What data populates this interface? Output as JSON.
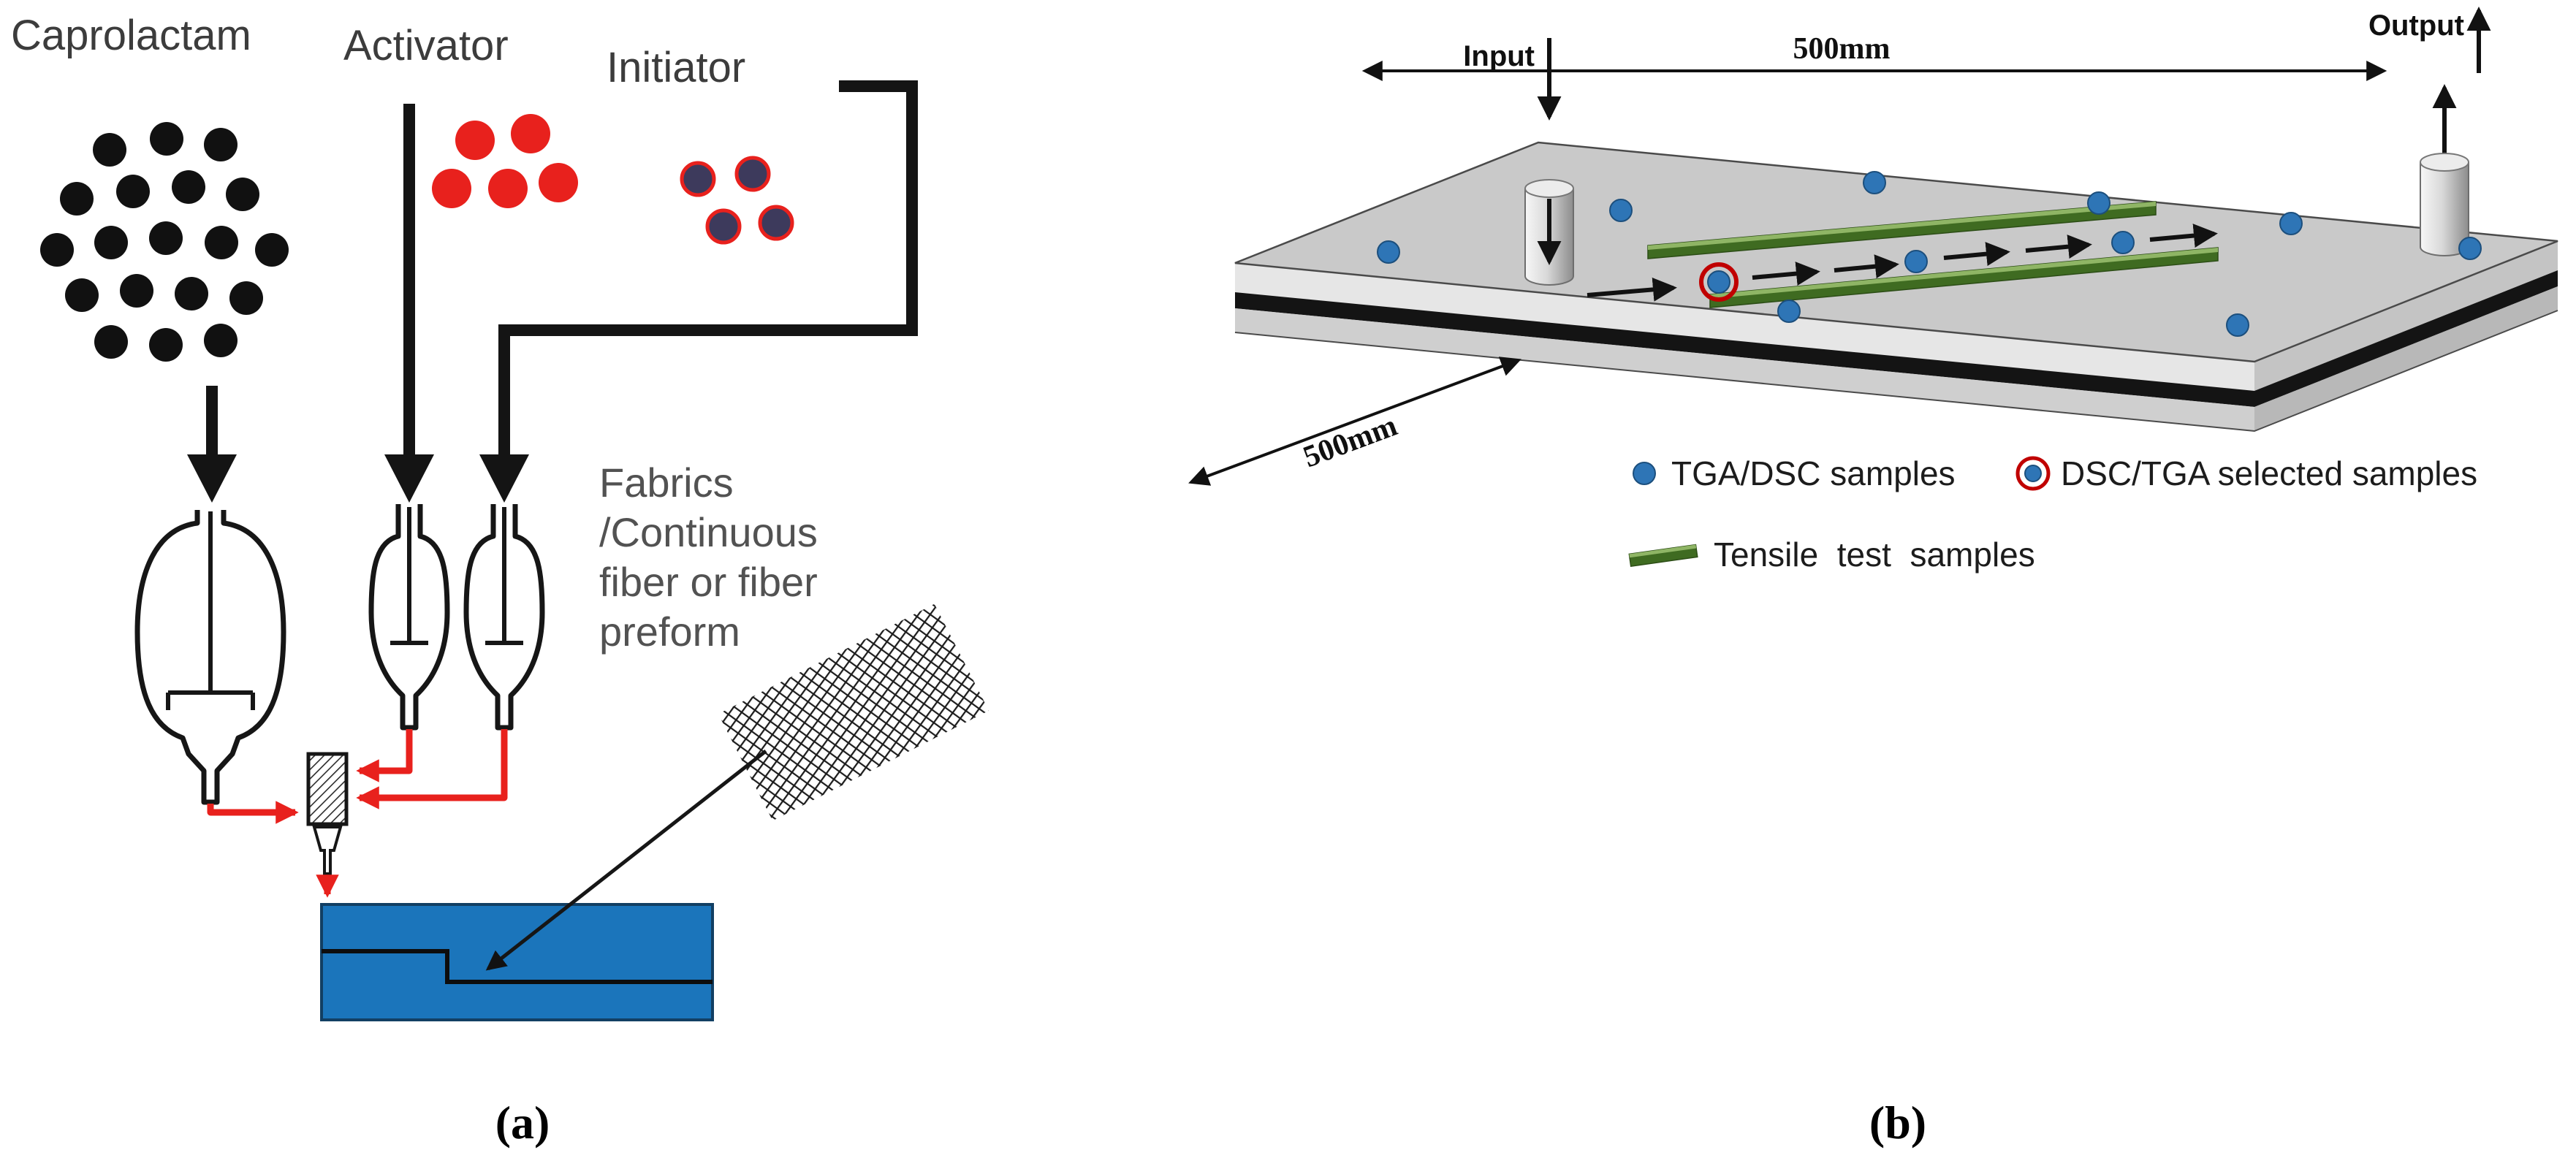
{
  "figure": {
    "panel_a": {
      "caption": "(a)",
      "labels": {
        "caprolactam": "Caprolactam",
        "activator": "Activator",
        "initiator": "Initiator",
        "fabrics_line1": "Fabrics",
        "fabrics_line2": "/Continuous",
        "fabrics_line3": "fiber or fiber",
        "fabrics_line4": "preform"
      }
    },
    "panel_b": {
      "caption": "(b)",
      "labels": {
        "input": "Input",
        "output": "Output",
        "dim_top": "500mm",
        "dim_left": "500mm"
      },
      "legend": {
        "tga_dsc": "TGA/DSC samples",
        "selected": "DSC/TGA selected samples",
        "tensile": "Tensile  test  samples"
      }
    },
    "colors": {
      "monomer_dot": "#111111",
      "activator_dot": "#e8211d",
      "initiator_dot_fill": "#3d3a5c",
      "initiator_dot_ring": "#e8211d",
      "feed_line": "#141414",
      "tubing": "#e8211d",
      "mold_fill": "#1b75bb",
      "sample_dot": "#2e75b6",
      "selected_ring": "#c00000",
      "tensile_bar": "#3f6b21",
      "plate_top": "#c9c9c9"
    }
  }
}
